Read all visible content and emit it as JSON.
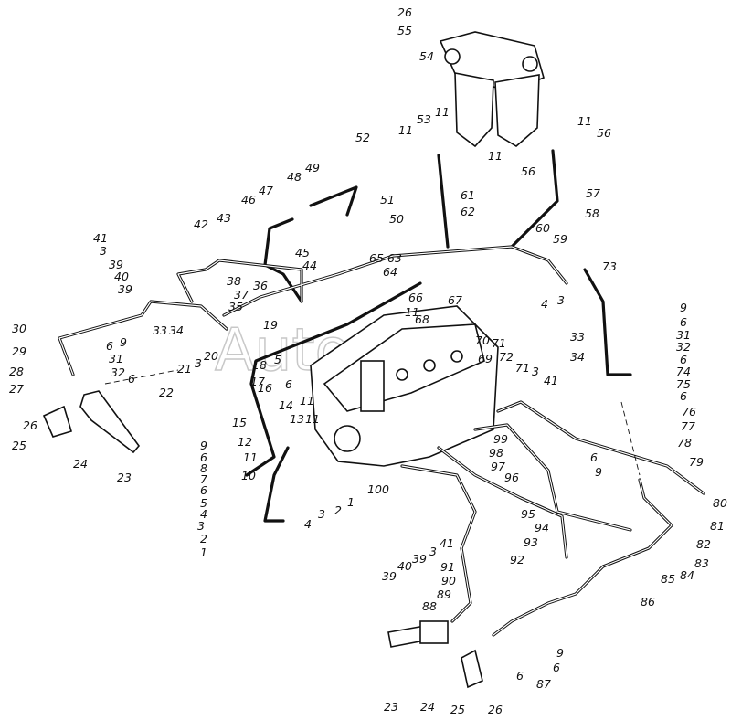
{
  "watermark": "Autosoft",
  "callouts": [
    "26",
    "55",
    "54",
    "11",
    "53",
    "11",
    "52",
    "11",
    "56",
    "11",
    "56",
    "57",
    "61",
    "62",
    "58",
    "49",
    "48",
    "47",
    "46",
    "51",
    "50",
    "43",
    "42",
    "41",
    "3",
    "39",
    "40",
    "39",
    "45",
    "44",
    "65",
    "63",
    "64",
    "60",
    "59",
    "73",
    "38",
    "37",
    "36",
    "35",
    "66",
    "11",
    "67",
    "68",
    "4",
    "3",
    "9",
    "6",
    "31",
    "32",
    "6",
    "74",
    "75",
    "6",
    "76",
    "77",
    "33",
    "34",
    "30",
    "29",
    "28",
    "27",
    "6",
    "9",
    "31",
    "32",
    "6",
    "33",
    "34",
    "3",
    "21",
    "20",
    "19",
    "22",
    "18",
    "17",
    "16",
    "5",
    "6",
    "14",
    "11",
    "13",
    "11",
    "15",
    "12",
    "11",
    "9",
    "6",
    "8",
    "7",
    "6",
    "10",
    "5",
    "4",
    "3",
    "2",
    "1",
    "4",
    "3",
    "2",
    "1",
    "24",
    "23",
    "26",
    "25",
    "100",
    "70",
    "71",
    "69",
    "72",
    "71",
    "3",
    "41",
    "99",
    "98",
    "97",
    "96",
    "6",
    "9",
    "78",
    "79",
    "80",
    "81",
    "95",
    "94",
    "93",
    "92",
    "82",
    "83",
    "84",
    "85",
    "86",
    "91",
    "90",
    "89",
    "88",
    "39",
    "40",
    "39",
    "3",
    "41",
    "9",
    "6",
    "87",
    "6",
    "23",
    "24",
    "25",
    "26"
  ]
}
